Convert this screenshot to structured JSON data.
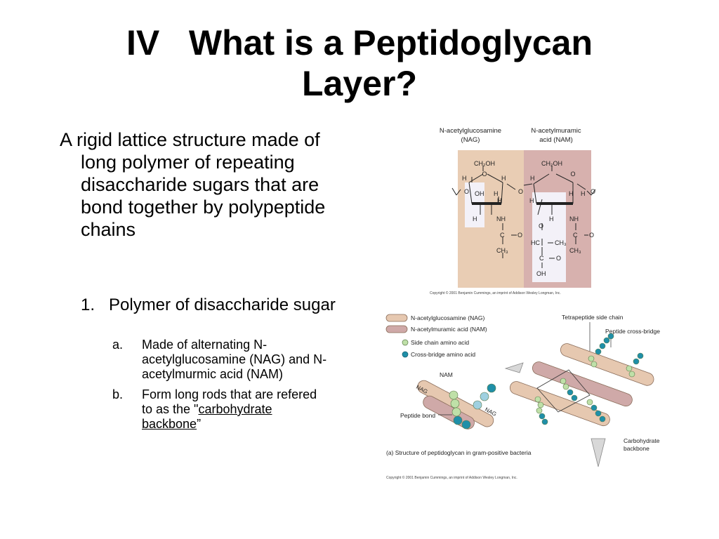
{
  "slide": {
    "title_line1": "IV   What is a Peptidoglycan",
    "title_line2": "Layer?",
    "para": "A rigid lattice structure made of long polymer of repeating disaccharide sugars that are bond together by polypeptide chains",
    "item1_num": "1.",
    "item1_text": "Polymer of disaccharide sugar",
    "sub_a_marker": "a.",
    "sub_a_text": "Made of alternating N-acetylglucosamine (NAG) and N-acetylmurmic acid (NAM)",
    "sub_b_marker": "b.",
    "sub_b_pre": "Form long rods that are refered to as the \"",
    "sub_b_link": "carbohydrate backbone",
    "sub_b_post": "”"
  },
  "figure1": {
    "nag_label": "N-acetylglucosamine",
    "nag_abbr": "(NAG)",
    "nam_label": "N-acetylmuramic",
    "nam_label2": "acid (NAM)",
    "ch2oh": "CH₂OH",
    "o": "O",
    "h": "H",
    "oh": "OH",
    "nh": "NH",
    "c": "C",
    "ch3": "CH₃",
    "hc": "HC",
    "copyright": "Copyright © 2001 Benjamin Cummings, an imprint of Addison Wesley Longman, Inc."
  },
  "figure2": {
    "legend_nag": "N-acetylglucosamine (NAG)",
    "legend_nam": "N-acetylmuramic acid (NAM)",
    "legend_side": "Side chain amino acid",
    "legend_cross": "Cross-bridge amino acid",
    "tetrapeptide": "Tetrapeptide side chain",
    "crossbridge": "Peptide cross-bridge",
    "nam": "NAM",
    "nag": "NAG",
    "peptide_bond": "Peptide bond",
    "carb1": "Carbohydrate",
    "carb2": "backbone",
    "caption": "(a) Structure of peptidoglycan in gram-positive bacteria",
    "copyright": "Copyright © 2001 Benjamin Cummings, an imprint of Addison Wesley Longman, Inc.",
    "colors": {
      "nag": "#e6c8b0",
      "nam": "#cfa9a8",
      "side": "#bfe0a8",
      "cross": "#1f8fa8"
    }
  }
}
